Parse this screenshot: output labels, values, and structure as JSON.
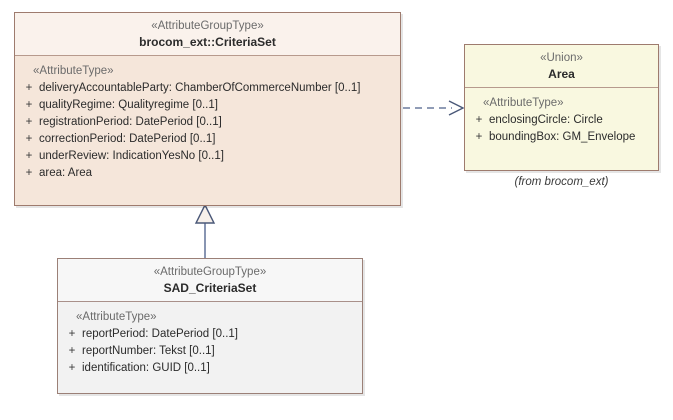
{
  "diagram": {
    "title": "UML Class Diagram",
    "colors": {
      "criteriaset_fill": "#f5e6da",
      "criteriaset_header_fill": "#faf2ec",
      "criteriaset_border": "#9e7b6e",
      "area_fill": "#f9f8e0",
      "area_border": "#9e7b6e",
      "sad_fill": "#f2f2f2",
      "sad_border": "#9b8077",
      "connector": "#6b7b9e",
      "stereotype_text": "#6b6b6b",
      "body_text": "#2b2b2b"
    }
  },
  "classes": {
    "criteriaset": {
      "stereotype": "«AttributeGroupType»",
      "name": "brocom_ext::CriteriaSet",
      "attribute_stereotype": "«AttributeType»",
      "attributes": [
        {
          "visibility": "+",
          "text": "deliveryAccountableParty: ChamberOfCommerceNumber [0..1]"
        },
        {
          "visibility": "+",
          "text": "qualityRegime: Qualityregime [0..1]"
        },
        {
          "visibility": "+",
          "text": "registrationPeriod: DatePeriod [0..1]"
        },
        {
          "visibility": "+",
          "text": "correctionPeriod: DatePeriod [0..1]"
        },
        {
          "visibility": "+",
          "text": "underReview: IndicationYesNo [0..1]"
        },
        {
          "visibility": "+",
          "text": "area: Area"
        }
      ]
    },
    "area": {
      "stereotype": "«Union»",
      "name": "Area",
      "attribute_stereotype": "«AttributeType»",
      "attributes": [
        {
          "visibility": "+",
          "text": "enclosingCircle: Circle"
        },
        {
          "visibility": "+",
          "text": "boundingBox: GM_Envelope"
        }
      ],
      "from_package": "(from brocom_ext)"
    },
    "sad_criteriaset": {
      "stereotype": "«AttributeGroupType»",
      "name": "SAD_CriteriaSet",
      "attribute_stereotype": "«AttributeType»",
      "attributes": [
        {
          "visibility": "+",
          "text": "reportPeriod: DatePeriod [0..1]"
        },
        {
          "visibility": "+",
          "text": "reportNumber: Tekst [0..1]"
        },
        {
          "visibility": "+",
          "text": "identification: GUID [0..1]"
        }
      ]
    }
  },
  "relationships": [
    {
      "kind": "dependency",
      "style": "dashed-open-arrow",
      "source": "brocom_ext::CriteriaSet",
      "target": "Area"
    },
    {
      "kind": "generalization",
      "style": "solid-hollow-triangle",
      "source": "SAD_CriteriaSet",
      "target": "brocom_ext::CriteriaSet"
    }
  ]
}
